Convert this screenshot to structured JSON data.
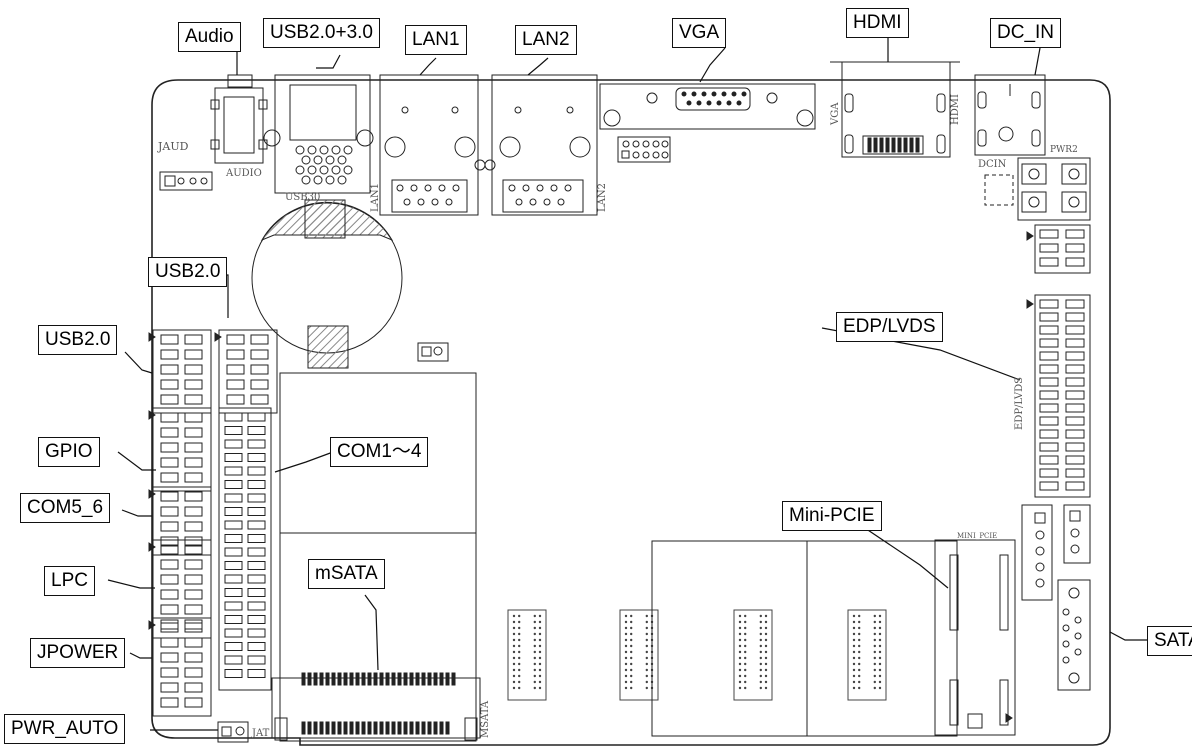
{
  "callouts": {
    "audio": "Audio",
    "usb23": "USB2.0+3.0",
    "lan1": "LAN1",
    "lan2": "LAN2",
    "vga": "VGA",
    "hdmi": "HDMI",
    "dcin": "DC_IN",
    "usb20_top": "USB2.0",
    "usb20_left": "USB2.0",
    "edp": "EDP/LVDS",
    "gpio": "GPIO",
    "com14": "COM1～4",
    "com56": "COM5_6",
    "minipcie": "Mini-PCIE",
    "lpc": "LPC",
    "msata": "mSATA",
    "jpower": "JPOWER",
    "sata": "SATA",
    "pwrauto": "PWR_AUTO"
  },
  "silk": {
    "jaud": "JAUD",
    "audio": "AUDIO",
    "usb30": "USB30",
    "lan1": "LAN1",
    "lan2": "LAN2",
    "vga": "VGA",
    "hdmi": "HDMI",
    "dcin": "DCIN",
    "pwr2": "PWR2",
    "edp": "EDP/LVDS",
    "minipcie": "MINI_PCIE",
    "msata": "MSATA",
    "jat": "JAT"
  },
  "colors": {
    "line": "#222222",
    "silk": "#555555",
    "hatch": "#888888"
  }
}
